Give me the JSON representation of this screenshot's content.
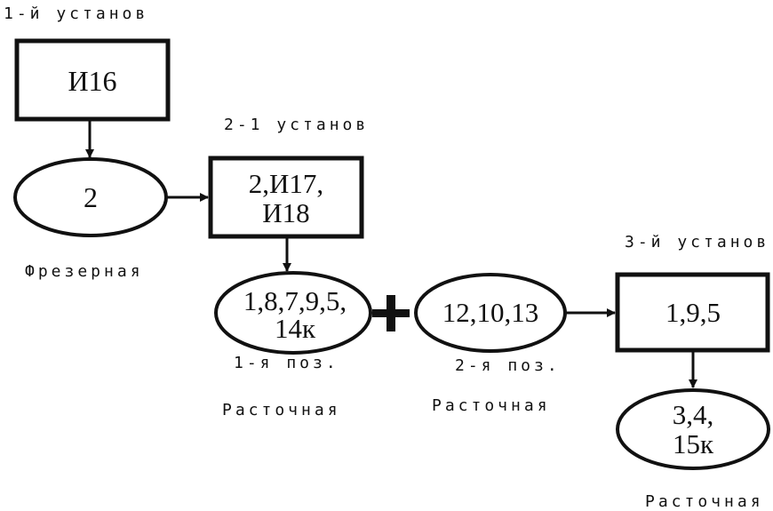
{
  "labels": {
    "setup1": "1-й установ",
    "setup2": "2-1 установ",
    "setup3": "3-й установ",
    "milling": "Фрезерная",
    "pos1": "1-я поз.",
    "pos2": "2-я поз.",
    "boring1": "Расточная",
    "boring2": "Расточная",
    "boring3": "Расточная"
  },
  "nodes": {
    "box_i16": "И16",
    "ellipse_2": "2",
    "box_2_i17_l1": "2,И17,",
    "box_2_i17_l2": "И18",
    "ellipse_pos1_l1": "1,8,7,9,5,",
    "ellipse_pos1_l2": "14к",
    "plus": "+",
    "ellipse_pos2": "12,10,13",
    "box_195": "1,9,5",
    "ellipse_final_l1": "3,4,",
    "ellipse_final_l2": "15к"
  }
}
